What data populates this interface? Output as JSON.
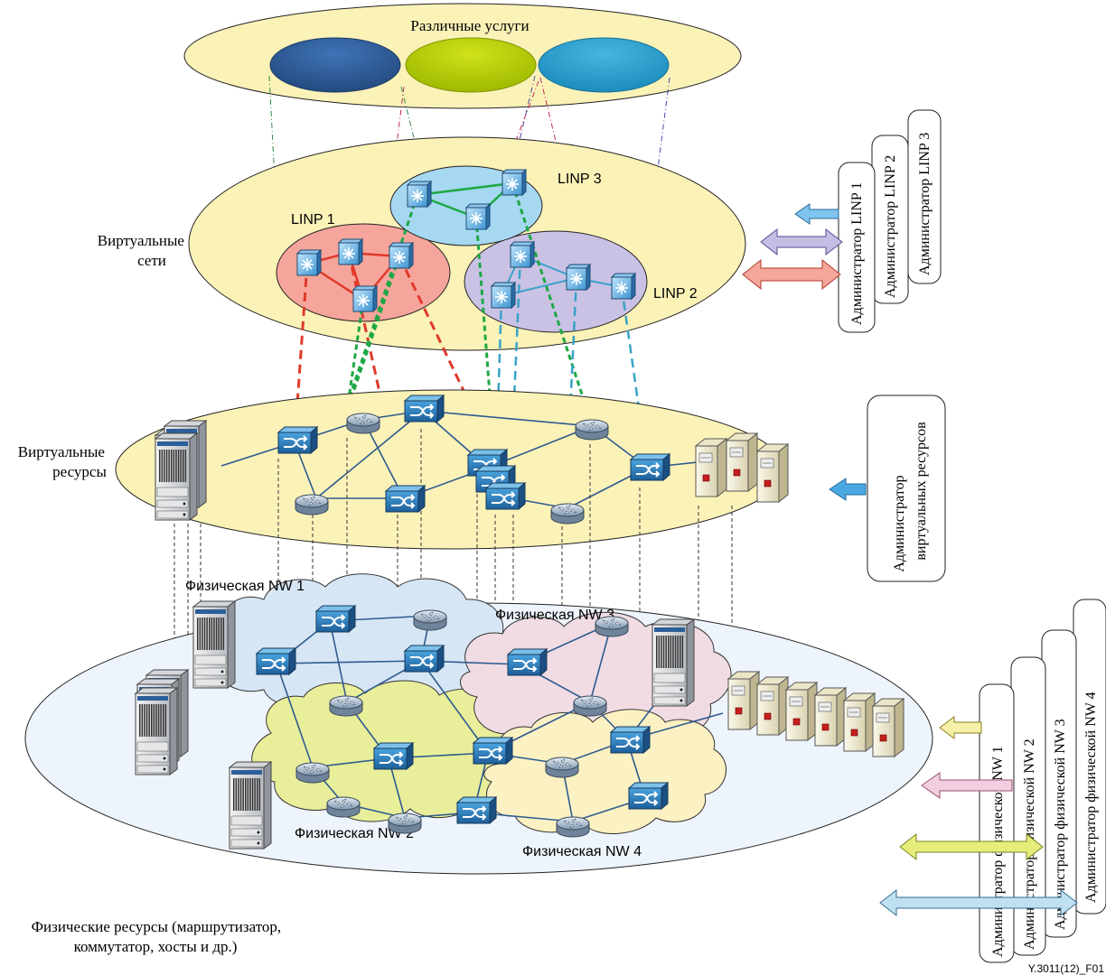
{
  "labels": {
    "services": "Различные услуги",
    "virtual_networks": [
      "Виртуальные",
      "сети"
    ],
    "linp1": "LINP 1",
    "linp2": "LINP 2",
    "linp3": "LINP 3",
    "virtual_resources": [
      "Виртуальные",
      "ресурсы"
    ],
    "phys_nw1": "Физическая NW 1",
    "phys_nw2": "Физическая NW 2",
    "phys_nw3": "Физическая NW 3",
    "phys_nw4": "Физическая NW 4",
    "physical_resources": [
      "Физические ресурсы (маршрутизатор,",
      "коммутатор, хосты и др.)"
    ],
    "figure_code": "Y.3011(12)_F01"
  },
  "linp_admins": [
    "Администратор LINP 1",
    "Администратор LINP 2",
    "Администратор LINP 3"
  ],
  "virtual_resources_admin": [
    "Администратор",
    "виртуальных ресурсов"
  ],
  "physical_admins": [
    "Администратор физической NW 1",
    "Администратор физической NW 2",
    "Администратор физической NW 3",
    "Администратор физической NW 4"
  ],
  "colors": {
    "service_blue": "#2e5a96",
    "service_green": "#b5d000",
    "service_cyan": "#2a9fcf",
    "layer_fill": "#fbf2b8",
    "linp1": "#f6a59c",
    "linp2": "#c9c2e4",
    "linp3": "#a6d8f2",
    "linp1_link": "#e03a2a",
    "linp2_link": "#3aa2c8",
    "linp3_link": "#1ea844",
    "link_blue": "#2f5b8f",
    "cloud_nw1": "#d6e6f4",
    "cloud_nw2": "#e8ee9a",
    "cloud_nw3": "#f1dce4",
    "cloud_nw4": "#fbf1c2",
    "physical_layer": "#eef4fb"
  },
  "icons": [
    "router-icon",
    "switch-icon",
    "virtual-switch-icon",
    "server-rack-icon",
    "host-server-icon",
    "arrow-icon"
  ]
}
